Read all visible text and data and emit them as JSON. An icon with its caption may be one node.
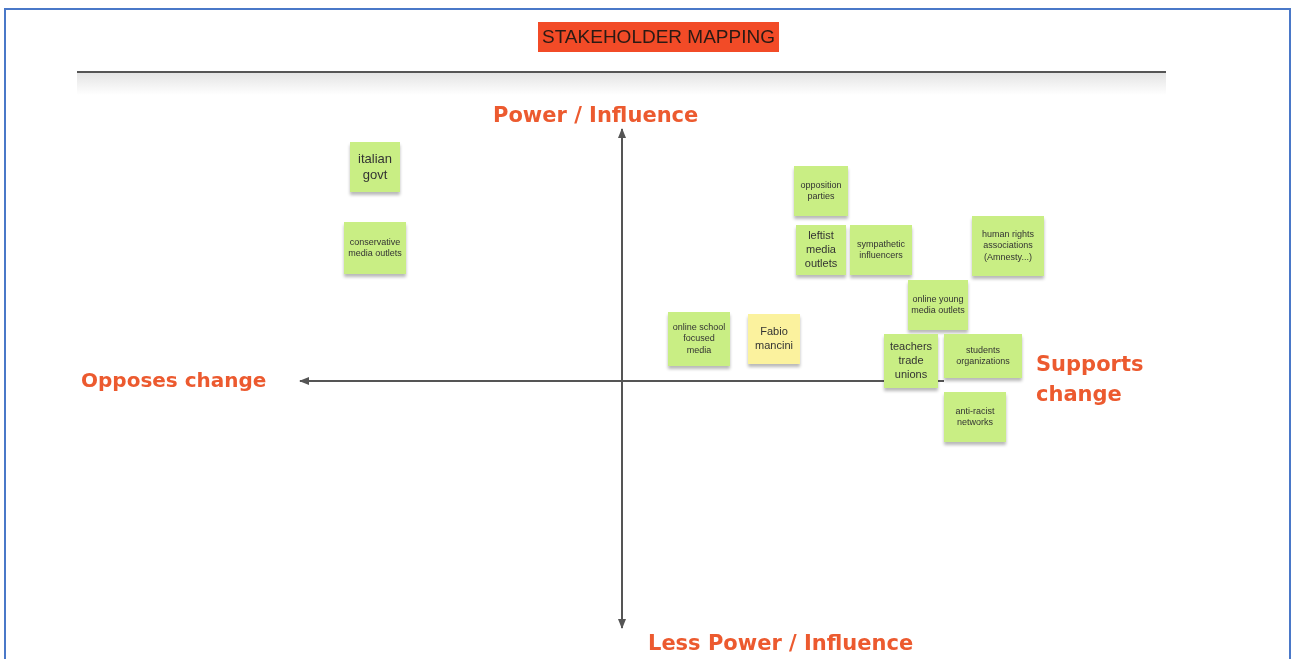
{
  "diagram": {
    "title": "STAKEHOLDER MAPPING",
    "nodes": [
      {
        "text": [
          "italian govt"
        ]
      },
      {
        "text": [
          "conservative media outlets"
        ]
      },
      {
        "text": [
          "opposition parties"
        ]
      },
      {
        "text": [
          "leftist media outlets"
        ]
      },
      {
        "text": [
          "sympathetic influencers"
        ]
      },
      {
        "text": [
          "human rights associations (Amnesty...)"
        ]
      },
      {
        "text": [
          "online young media outlets"
        ]
      },
      {
        "text": [
          "online school focused media"
        ]
      },
      {
        "text": [
          "Fabio mancini"
        ]
      },
      {
        "text": [
          "teachers trade unions"
        ]
      },
      {
        "text": [
          "students organizations"
        ]
      },
      {
        "text": [
          "anti-racist networks"
        ]
      }
    ],
    "labels": [
      "Power / Influence",
      "Opposes change",
      "Supports change",
      "Less Power / Influence"
    ]
  }
}
